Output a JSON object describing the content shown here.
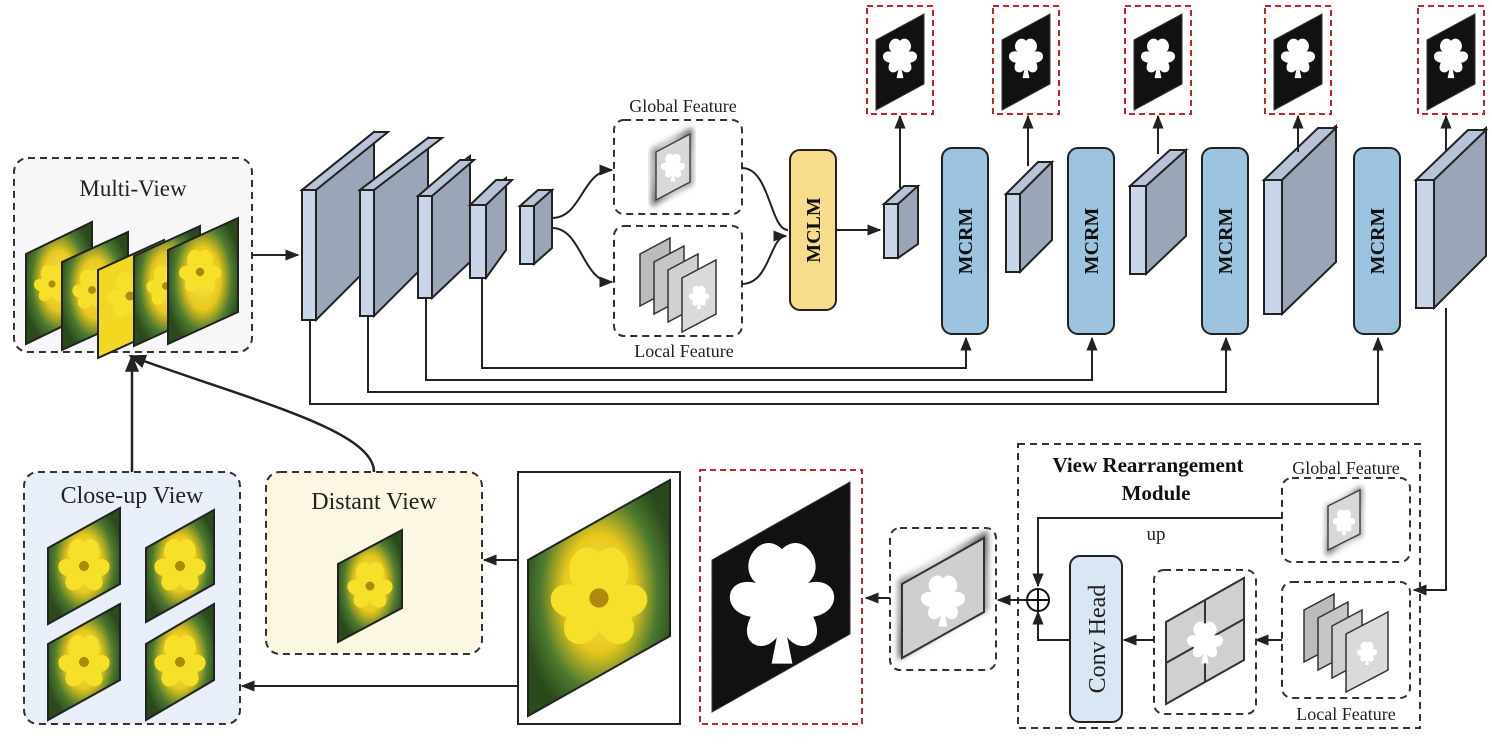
{
  "labels": {
    "multi_view": "Multi-View",
    "global_feature": "Global Feature",
    "local_feature": "Local Feature",
    "mclm": "MCLM",
    "mcrm": "MCRM",
    "close_up_view": "Close-up View",
    "distant_view": "Distant View",
    "vrm_title_line1": "View Rearrangement",
    "vrm_title_line2": "Module",
    "vrm_global_feature": "Global Feature",
    "vrm_local_feature": "Local Feature",
    "up": "up",
    "conv_head": "Conv Head"
  },
  "colors": {
    "encoder_front": "#c9d6ea",
    "encoder_side": "#9aa6b8",
    "mclm_fill": "#f7dc8c",
    "mcrm_fill": "#9cc3df",
    "conv_head_fill": "#d9e6f4",
    "close_up_bg": "#e9eff8",
    "distant_bg": "#fcf7e3",
    "red_dash": "#c0272d",
    "flower_yellow": "#f4dd2c",
    "leaf_green": "#3d6b2a"
  }
}
